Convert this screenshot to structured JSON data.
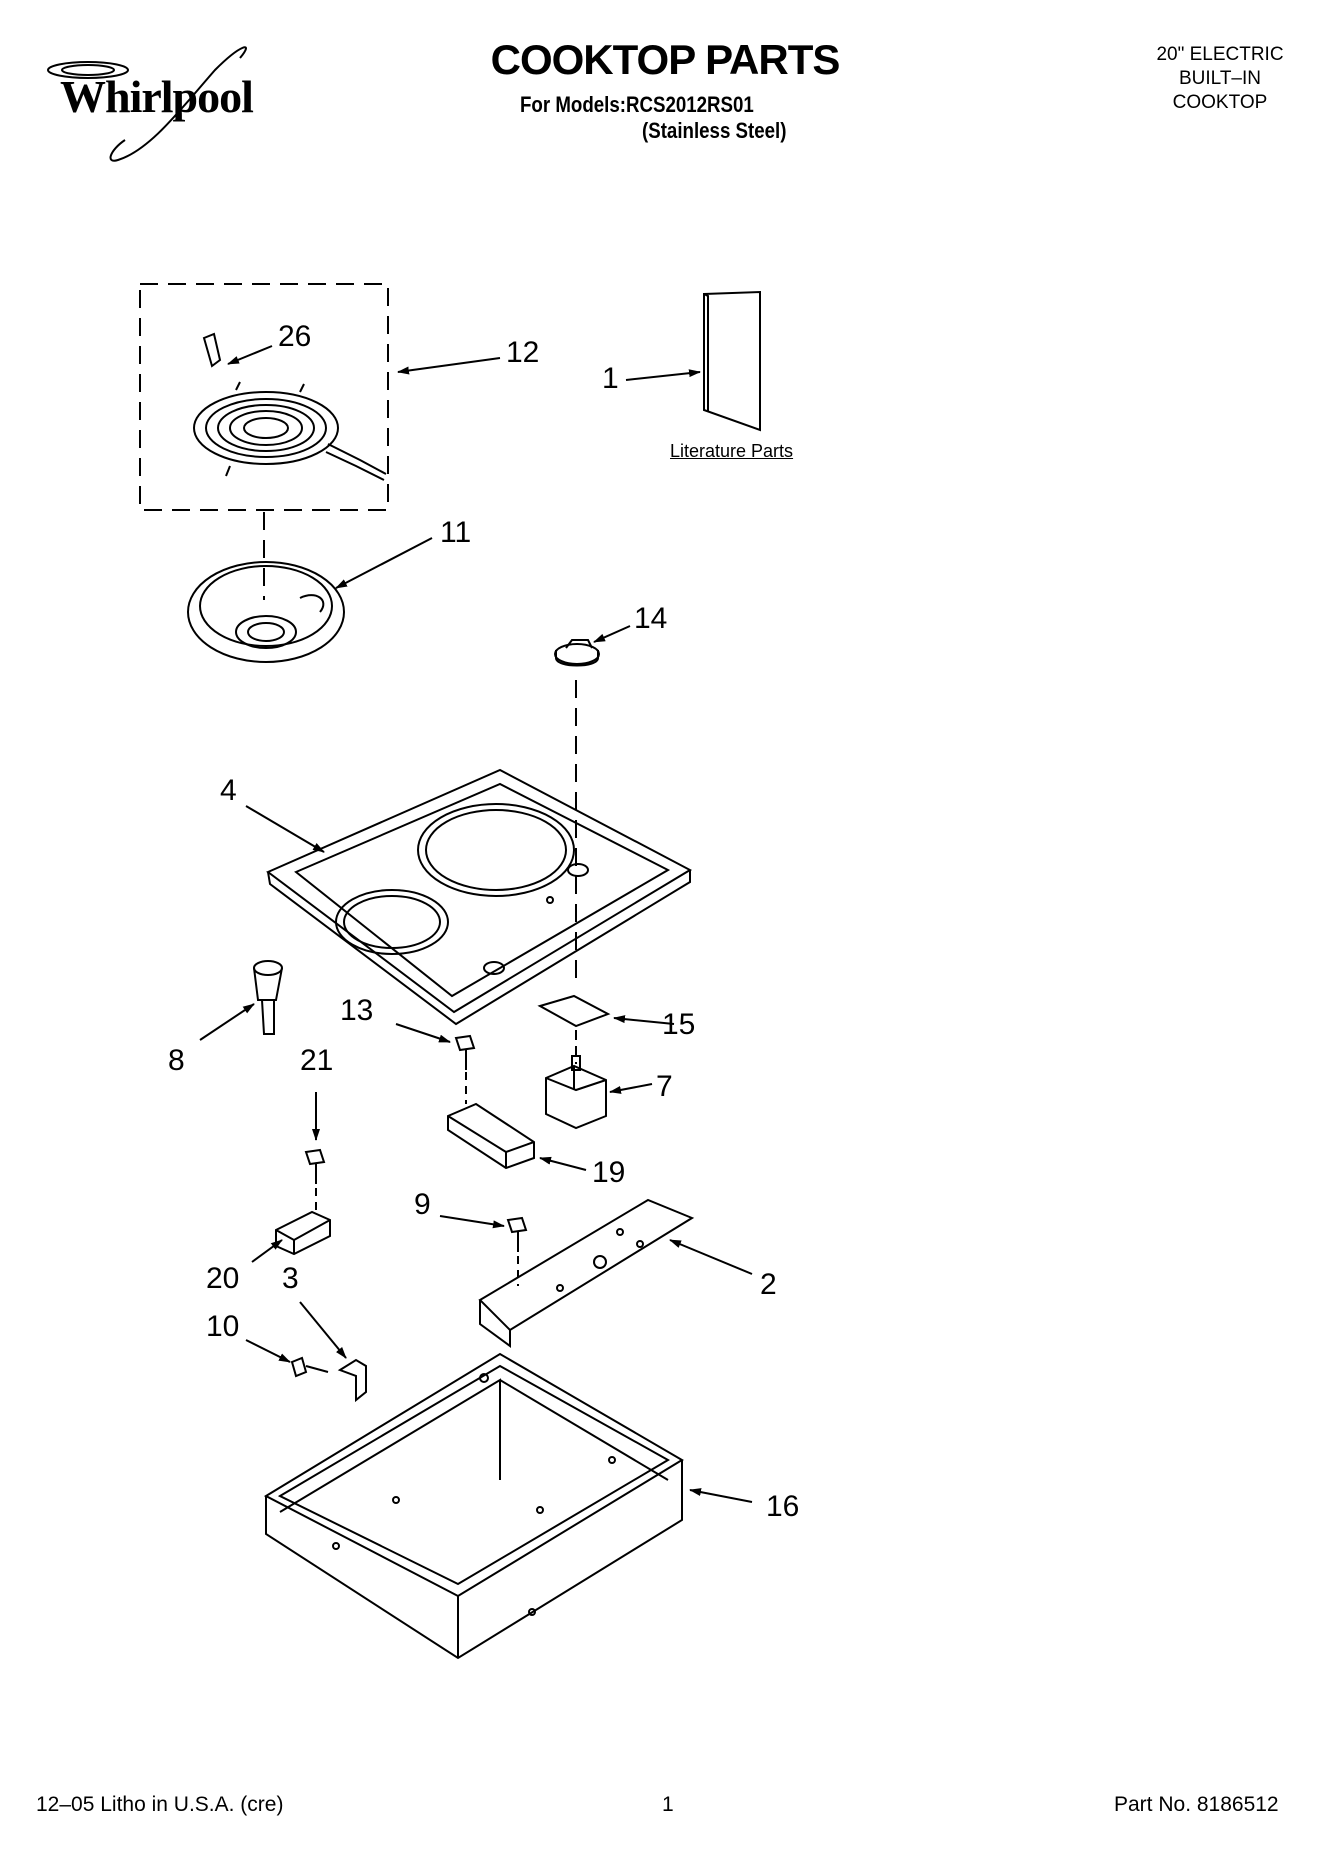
{
  "header": {
    "brand": "Whirlpool",
    "title": "COOKTOP PARTS",
    "models_line": "For Models:RCS2012RS01",
    "variant_line": "(Stainless Steel)",
    "spec_lines": [
      "20\" ELECTRIC",
      "BUILT–IN",
      "COOKTOP"
    ]
  },
  "literature_label": "Literature Parts",
  "callouts": {
    "c1": "1",
    "c2": "2",
    "c3": "3",
    "c4": "4",
    "c7": "7",
    "c8": "8",
    "c9": "9",
    "c10": "10",
    "c11": "11",
    "c12": "12",
    "c13": "13",
    "c14": "14",
    "c15": "15",
    "c16": "16",
    "c19": "19",
    "c20": "20",
    "c21": "21",
    "c26": "26"
  },
  "footer": {
    "litho": "12–05 Litho in U.S.A. (cre)",
    "page": "1",
    "part_no": "Part No. 8186512"
  }
}
